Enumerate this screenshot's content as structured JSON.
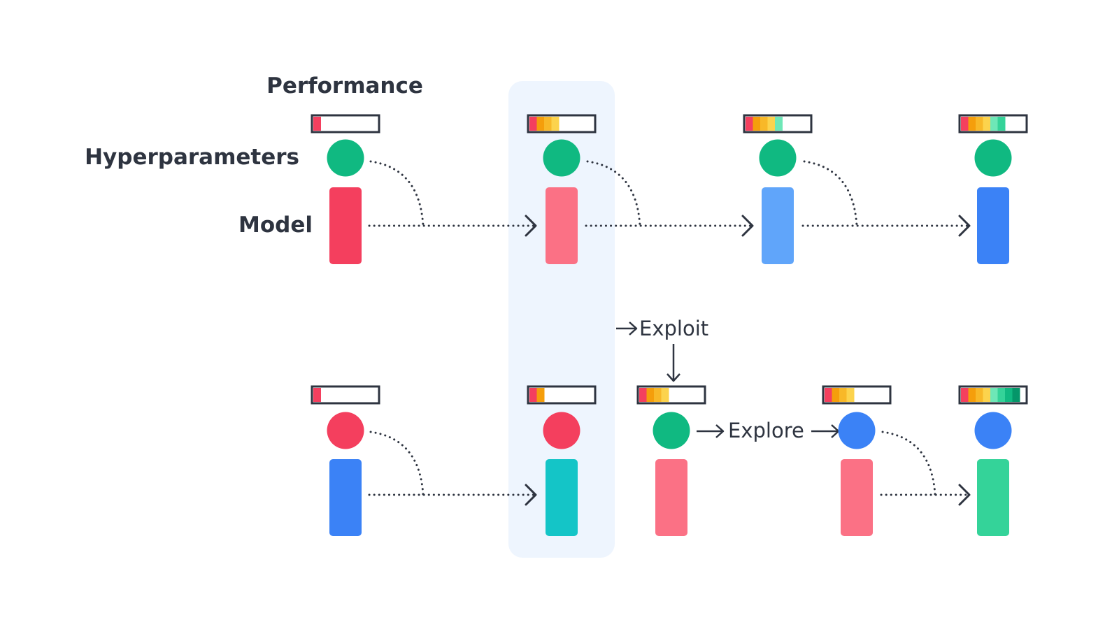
{
  "labels": {
    "performance": "Performance",
    "hyperparameters": "Hyperparameters",
    "model": "Model",
    "exploit": "Exploit",
    "explore": "Explore"
  },
  "colors": {
    "text": "#2e3440",
    "outline": "#2e3440",
    "highlight": "#eef5fe",
    "red": "#f43f5e",
    "pink": "#fb7185",
    "green": "#10b981",
    "emerald": "#34d399",
    "lightblue": "#60a5fa",
    "blue": "#3b82f6",
    "teal": "#14c5c7",
    "perf_scale": [
      "#f43f5e",
      "#f59e0b",
      "#f8b828",
      "#fcd34d",
      "#6ee7b7",
      "#34d399",
      "#10b981",
      "#059669"
    ]
  },
  "workers": [
    {
      "name": "worker-top",
      "steps": [
        {
          "performance": 1,
          "hyperparameter_color": "green",
          "model_color": "red"
        },
        {
          "performance": 4,
          "hyperparameter_color": "green",
          "model_color": "pink"
        },
        {
          "performance": 5,
          "hyperparameter_color": "green",
          "model_color": "lightblue"
        },
        {
          "performance": 6,
          "hyperparameter_color": "green",
          "model_color": "blue"
        }
      ]
    },
    {
      "name": "worker-bottom",
      "steps": [
        {
          "performance": 1,
          "hyperparameter_color": "red",
          "model_color": "blue"
        },
        {
          "performance": 2,
          "hyperparameter_color": "red",
          "model_color": "teal"
        },
        {
          "performance": 4,
          "hyperparameter_color": "green",
          "model_color": "pink"
        },
        {
          "performance": 4,
          "hyperparameter_color": "blue",
          "model_color": "pink"
        },
        {
          "performance": 8,
          "hyperparameter_color": "blue",
          "model_color": "emerald"
        }
      ]
    }
  ]
}
